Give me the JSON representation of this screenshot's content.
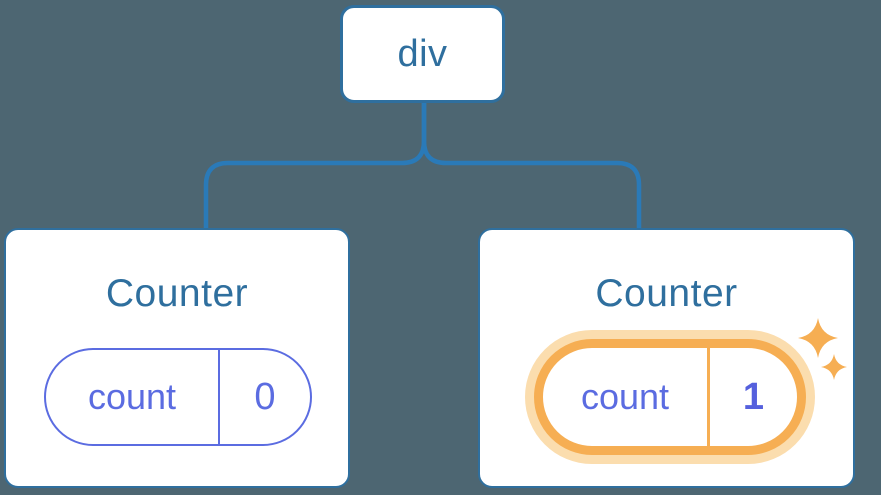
{
  "diagram": {
    "description": "React component tree diagram: a div root with two Counter children, each holding a count state pill; the second Counter's state was just updated (highlighted with sparkles).",
    "root": {
      "label": "div"
    },
    "children": [
      {
        "title": "Counter",
        "state": {
          "key": "count",
          "value": "0",
          "highlighted": false
        }
      },
      {
        "title": "Counter",
        "state": {
          "key": "count",
          "value": "1",
          "highlighted": true
        }
      }
    ]
  },
  "icons": {
    "sparkles": "two four-pointed stars marking freshly updated state"
  },
  "colors": {
    "background": "#4d6672",
    "node_border_blue": "#2f6f9e",
    "connector_blue": "#2a7ab8",
    "title_blue": "#2f6f9e",
    "state_purple": "#5b6ce1",
    "state_value_purple": "#5560dd",
    "highlight_orange": "#f6ae53",
    "highlight_glow": "#fbddae",
    "card_background": "#ffffff"
  }
}
